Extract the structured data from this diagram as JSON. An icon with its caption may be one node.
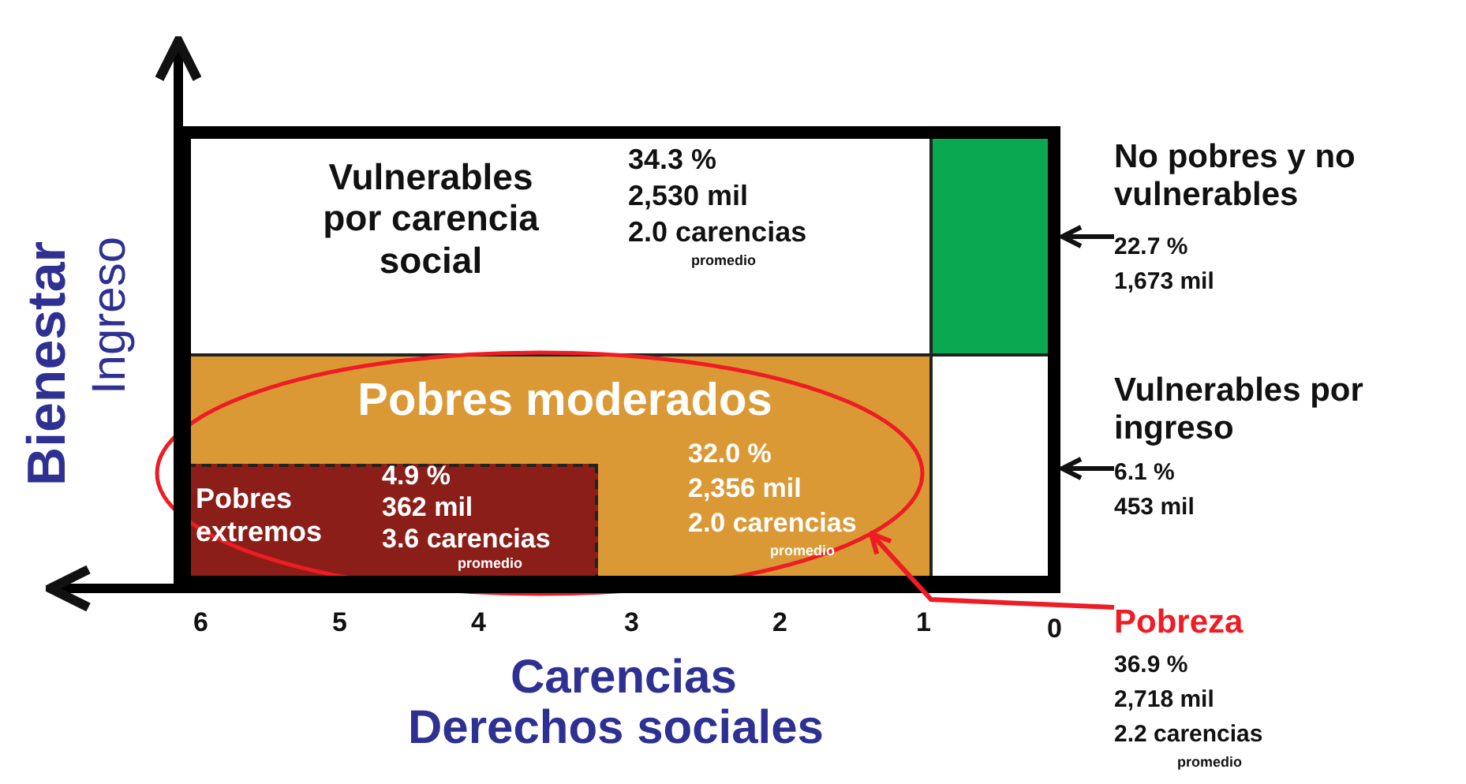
{
  "diagram": {
    "nodes": [
      {
        "text": [
          "Vulnerables por carencia social",
          "34.3 %",
          "2,530 mil",
          "2.0 carencias",
          "promedio"
        ]
      },
      {
        "text": [],
        "shape": "box"
      },
      {
        "text": [],
        "shape": "box"
      },
      {
        "text": [
          "Pobres moderados",
          "32.0 %",
          "2,356 mil",
          "2.0 carencias",
          "promedio"
        ]
      },
      {
        "text": [
          "Pobres extremos",
          "4.9 %",
          "362 mil",
          "3.6 carencias",
          "promedio"
        ],
        "in": 3
      },
      {
        "text": [],
        "shape": "ellipse"
      },
      {
        "text": [
          "No pobres y no vulnerables",
          "22.7 %",
          "1,673 mil"
        ]
      },
      {
        "text": [
          "Vulnerables por ingreso",
          "6.1 %",
          "453 mil"
        ]
      },
      {
        "text": [
          "Pobreza",
          "36.9 %",
          "2,718 mil",
          "2.2 carencias",
          "promedio"
        ]
      }
    ],
    "edges": [
      {
        "from": 6,
        "to": 1,
        "arrow": "to"
      },
      {
        "from": 7,
        "to": 2,
        "arrow": "to"
      },
      {
        "from": 8,
        "to": 5,
        "arrow": "to",
        "color": "#ee1c24"
      }
    ],
    "labels": [
      "Bienestar",
      "Ingreso",
      "6",
      "5",
      "4",
      "3",
      "2",
      "1",
      "0",
      "Carencias",
      "Derechos sociales"
    ]
  }
}
